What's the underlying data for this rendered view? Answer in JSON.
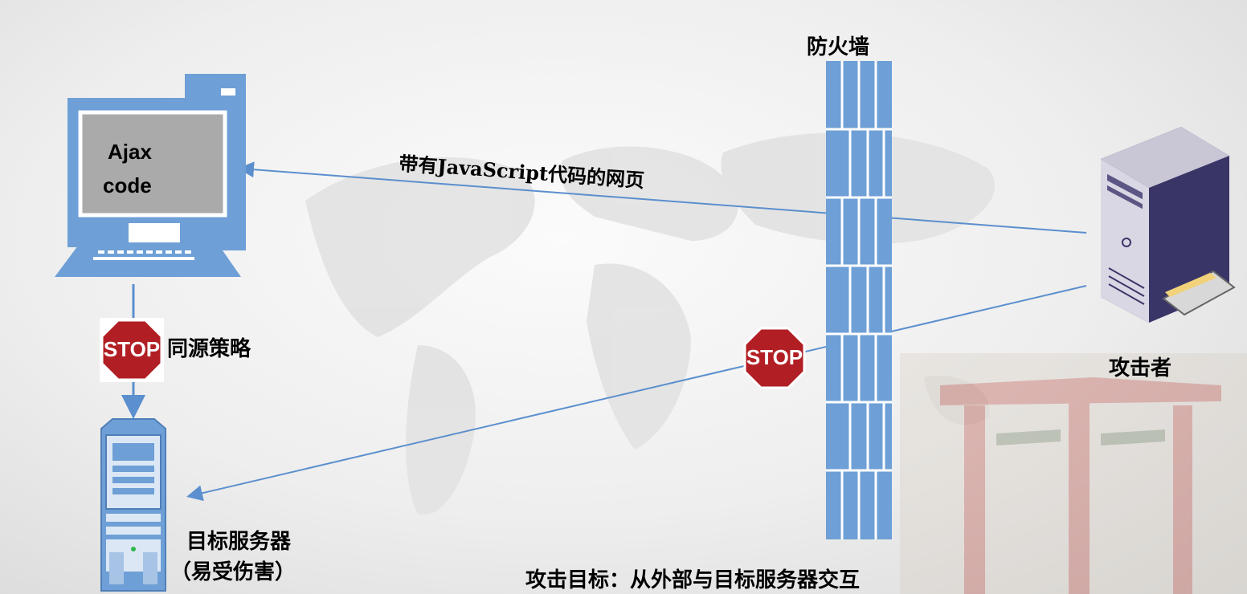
{
  "client": {
    "screen_text_line1": "Ajax",
    "screen_text_line2": "code"
  },
  "firewall": {
    "label": "防火墙"
  },
  "attacker": {
    "label": "攻击者"
  },
  "arrow_label": "带有JavaScript代码的网页",
  "policy": {
    "stop_text": "STOP",
    "label": "同源策略"
  },
  "attack_stop": {
    "stop_text": "STOP"
  },
  "target_server": {
    "label_line1": "目标服务器",
    "label_line2": "（易受伤害）"
  },
  "caption": "攻击目标：从外部与目标服务器交互",
  "colors": {
    "line": "#5b8fce",
    "icon_blue": "#6e9fd6",
    "stop_red": "#b11f24"
  }
}
